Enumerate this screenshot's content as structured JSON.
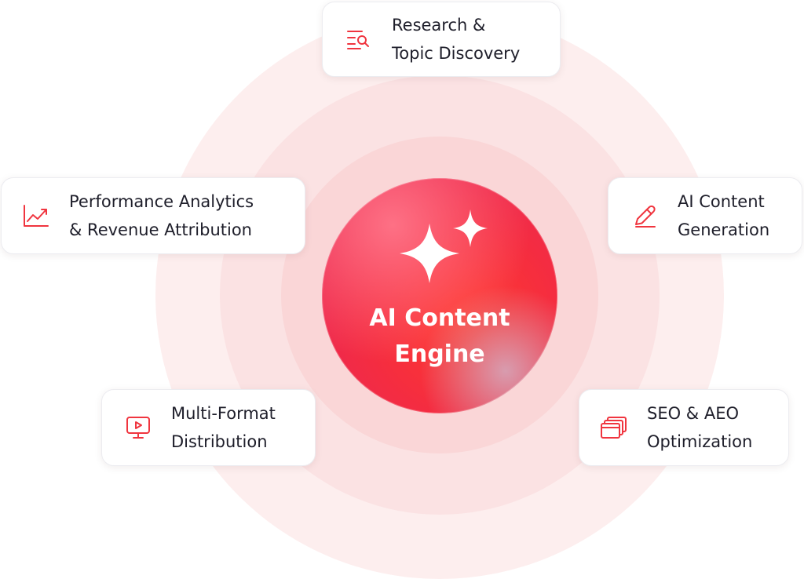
{
  "center": {
    "title_line1": "AI Content",
    "title_line2": "Engine",
    "icon": "sparkles-icon"
  },
  "colors": {
    "accent": "#f0353f",
    "text": "#1e1e2a",
    "ring_outer": "#fdeeee",
    "ring_middle": "#fbe2e3",
    "ring_inner": "#fad6d7"
  },
  "cards": {
    "research": {
      "line1": "Research &",
      "line2": "Topic Discovery",
      "icon": "search-list-icon"
    },
    "generation": {
      "line1": "AI Content",
      "line2": "Generation",
      "icon": "pencil-icon"
    },
    "analytics": {
      "line1": "Performance Analytics",
      "line2": "& Revenue Attribution",
      "icon": "trend-chart-icon"
    },
    "distribution": {
      "line1": "Multi-Format",
      "line2": "Distribution",
      "icon": "video-monitor-icon"
    },
    "seo": {
      "line1": "SEO & AEO",
      "line2": "Optimization",
      "icon": "stacked-windows-icon"
    }
  }
}
